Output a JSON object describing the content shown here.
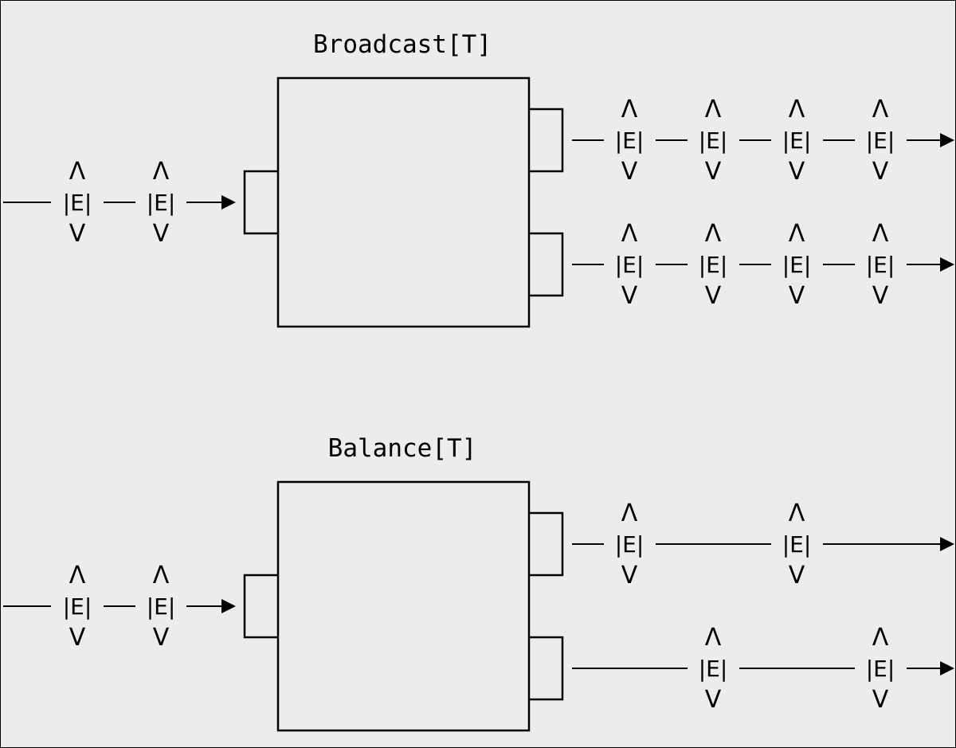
{
  "diagrams": [
    {
      "id": "broadcast",
      "title": "Broadcast[T]",
      "input_elements": 2,
      "outputs": [
        {
          "elements": 4
        },
        {
          "elements": 4
        }
      ]
    },
    {
      "id": "balance",
      "title": "Balance[T]",
      "input_elements": 2,
      "outputs": [
        {
          "elements": 2
        },
        {
          "elements": 2
        }
      ]
    }
  ],
  "element": {
    "up": "Λ",
    "label": "E",
    "down": "V"
  }
}
